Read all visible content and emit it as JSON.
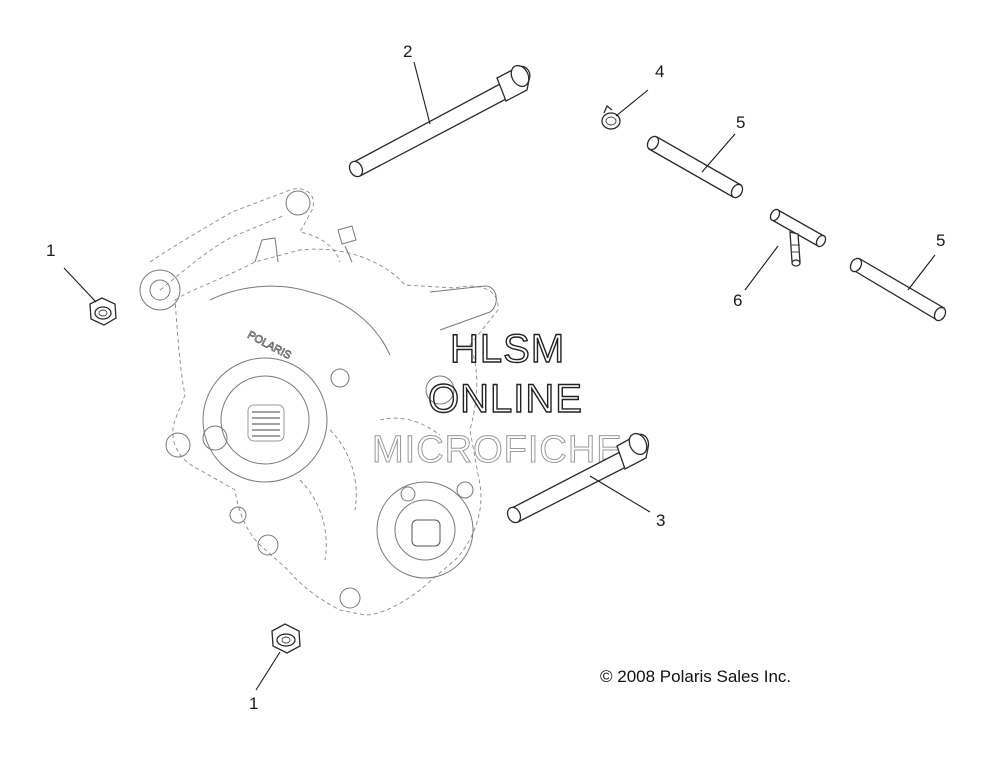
{
  "callouts": {
    "c1_top": "1",
    "c1_bottom": "1",
    "c2": "2",
    "c3": "3",
    "c4": "4",
    "c5_left": "5",
    "c5_right": "5",
    "c6": "6"
  },
  "watermark": {
    "line1": "HLSM",
    "line2": "ONLINE",
    "line3": "MICROFICHE"
  },
  "housing_logo": "POLARIS",
  "copyright": "© 2008 Polaris Sales Inc."
}
